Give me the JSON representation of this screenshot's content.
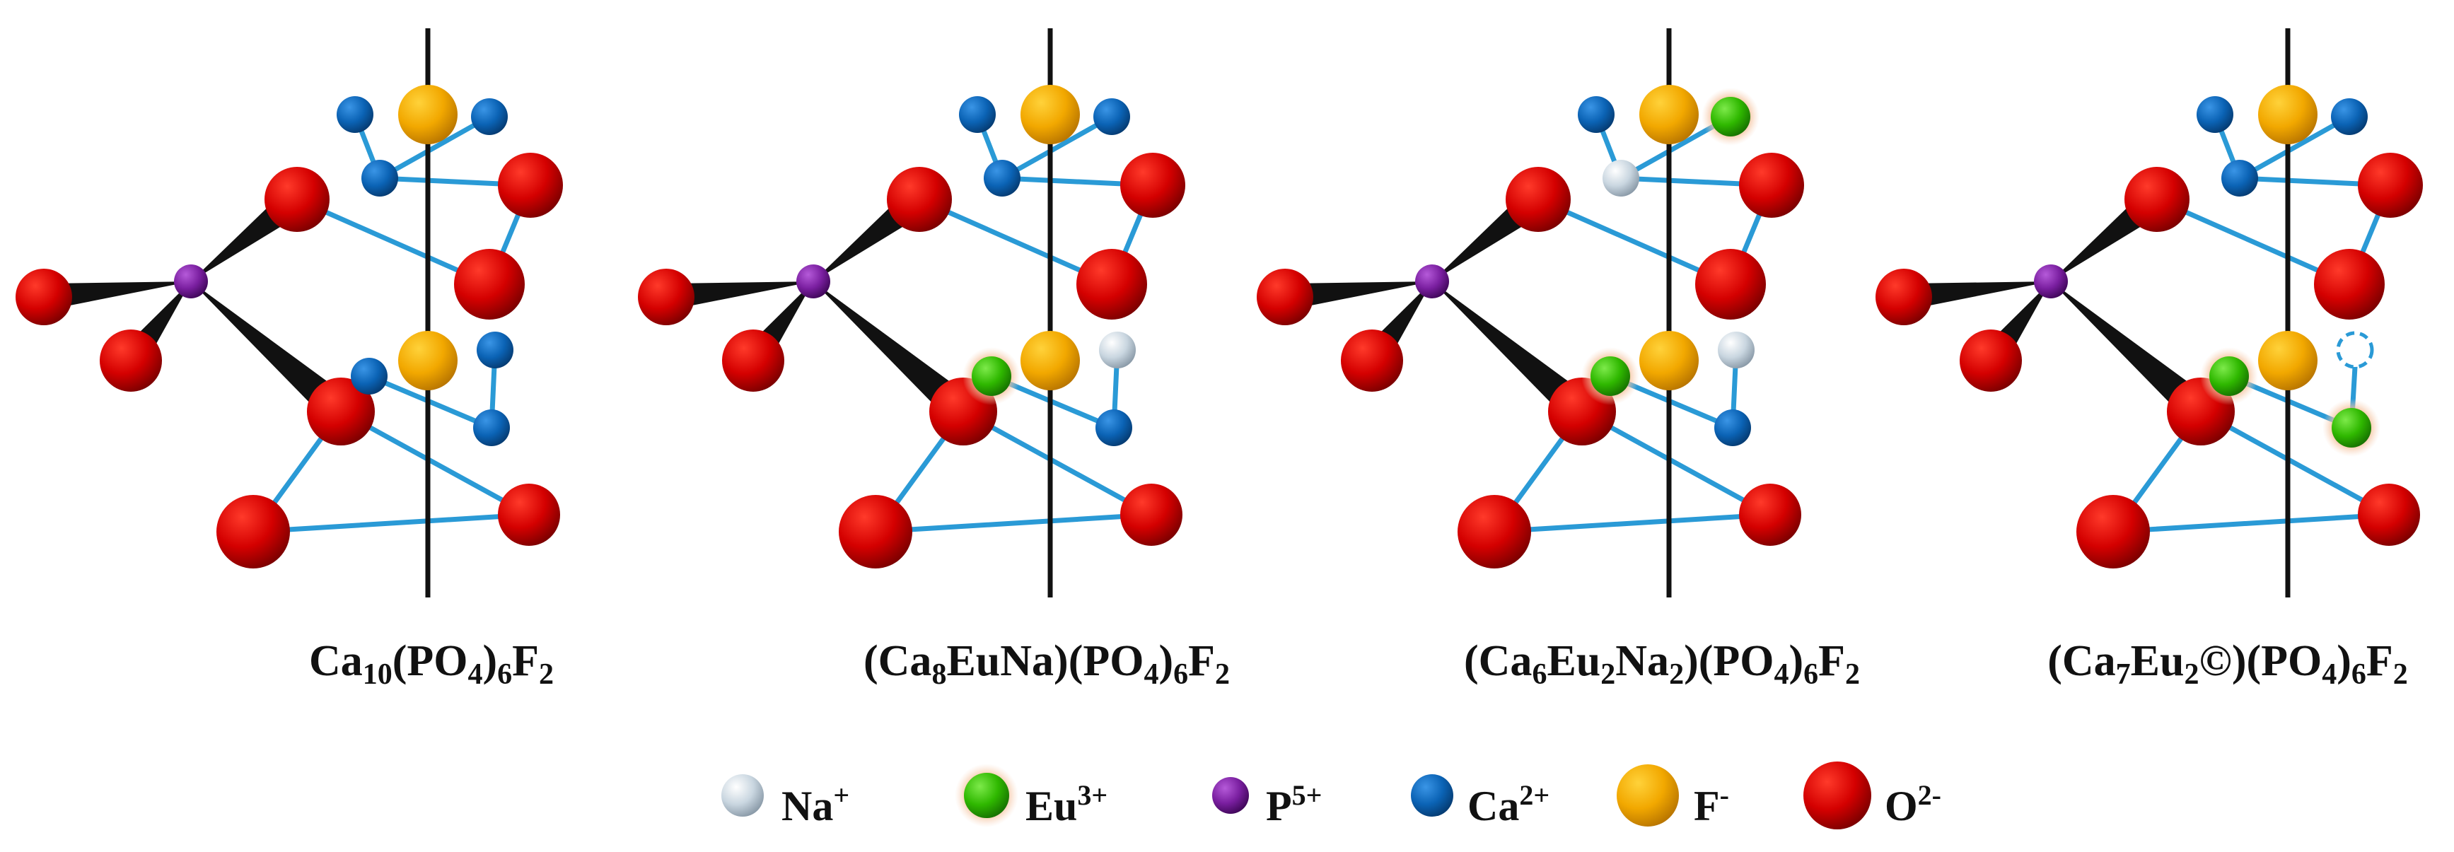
{
  "panels": [
    {
      "formula_html": "Ca<sub>10</sub>(PO<sub>4</sub>)<sub>6</sub>F<sub>2</sub>",
      "sites": {
        "upper_right": "Ca",
        "lower_left": "Ca",
        "lower_right_top": "Ca",
        "lower_right_bottom": "Ca",
        "upper_left_lower": "Ca"
      }
    },
    {
      "formula_html": "(Ca<sub>8</sub>EuNa)(PO<sub>4</sub>)<sub>6</sub>F<sub>2</sub>",
      "sites": {
        "upper_right": "Ca",
        "lower_left": "Eu",
        "lower_right_top": "Na",
        "lower_right_bottom": "Ca",
        "upper_left_lower": "Ca"
      }
    },
    {
      "formula_html": "(Ca<sub>6</sub>Eu<sub>2</sub>Na<sub>2</sub>)(PO<sub>4</sub>)<sub>6</sub>F<sub>2</sub>",
      "sites": {
        "upper_right": "Eu",
        "lower_left": "Eu",
        "lower_right_top": "Na",
        "lower_right_bottom": "Ca",
        "upper_left_lower": "Na"
      }
    },
    {
      "formula_html": "(Ca<sub>7</sub>Eu<sub>2</sub>©)(PO<sub>4</sub>)<sub>6</sub>F<sub>2</sub>",
      "sites": {
        "upper_right": "Ca",
        "lower_left": "Eu",
        "lower_right_top": "vacancy",
        "lower_right_bottom": "Eu",
        "upper_left_lower": "Ca"
      }
    }
  ],
  "legend": [
    {
      "ion": "Na",
      "label_html": "Na<sup>+</sup>"
    },
    {
      "ion": "Eu",
      "label_html": "Eu<sup>3+</sup>"
    },
    {
      "ion": "P",
      "label_html": "P<sup>5+</sup>"
    },
    {
      "ion": "Ca",
      "label_html": "Ca<sup>2+</sup>"
    },
    {
      "ion": "F",
      "label_html": "F<sup>-</sup>"
    },
    {
      "ion": "O",
      "label_html": "O<sup>2-</sup>"
    }
  ],
  "colors": {
    "O": "#d40000",
    "Ca": "#0b63b5",
    "F": "#f2a800",
    "P": "#7a1fa0",
    "Eu": "#2fb800",
    "Na": "#c9d6e0",
    "bond": "#2a9ad6",
    "axis": "#111111"
  }
}
